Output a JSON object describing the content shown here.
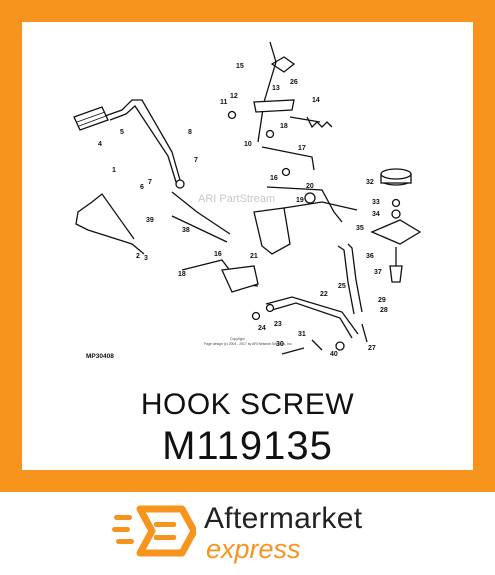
{
  "diagram": {
    "figure_id": "MP30408",
    "watermark": "ARI PartStream",
    "copyright_line1": "Copyright",
    "copyright_line2": "Page design (c) 2004 - 2017 by ARI Network Services, Inc.",
    "callouts": [
      "1",
      "2",
      "3",
      "4",
      "5",
      "6",
      "7",
      "7",
      "8",
      "10",
      "11",
      "12",
      "13",
      "14",
      "15",
      "16",
      "16",
      "17",
      "18",
      "18",
      "19",
      "20",
      "21",
      "22",
      "23",
      "24",
      "25",
      "26",
      "27",
      "28",
      "29",
      "30",
      "31",
      "32",
      "33",
      "34",
      "35",
      "36",
      "37",
      "38",
      "39",
      "40"
    ]
  },
  "product": {
    "name": "HOOK SCREW",
    "number": "M119135"
  },
  "brand": {
    "line1": "Aftermarket",
    "line2": "express",
    "accent_color": "#f7941d"
  }
}
